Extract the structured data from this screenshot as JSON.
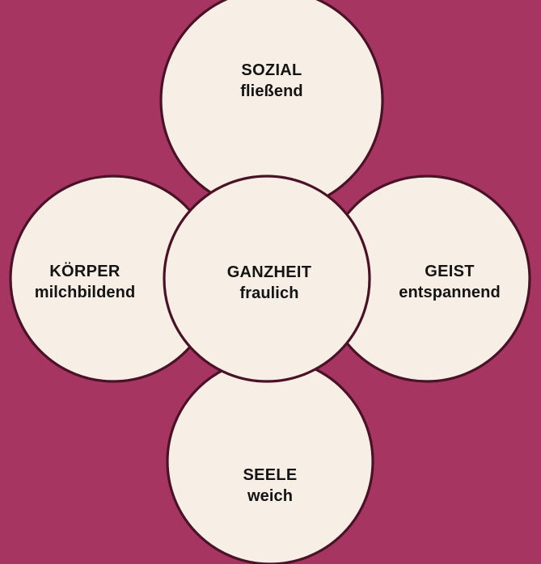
{
  "diagram": {
    "type": "flower-venn",
    "background_color": "#a63562",
    "circle_fill_color": "#f7efe5",
    "circle_stroke_color": "#4a1226",
    "text_color": "#141414",
    "center": {
      "id": "ganzheit",
      "title": "GANZHEIT",
      "subtitle": "fraulich"
    },
    "petals": [
      {
        "id": "sozial",
        "position": "top",
        "title": "SOZIAL",
        "subtitle": "fließend"
      },
      {
        "id": "koerper",
        "position": "left",
        "title": "KÖRPER",
        "subtitle": "milchbildend"
      },
      {
        "id": "geist",
        "position": "right",
        "title": "GEIST",
        "subtitle": "entspannend"
      },
      {
        "id": "seele",
        "position": "bottom",
        "title": "SEELE",
        "subtitle": "weich"
      }
    ]
  }
}
